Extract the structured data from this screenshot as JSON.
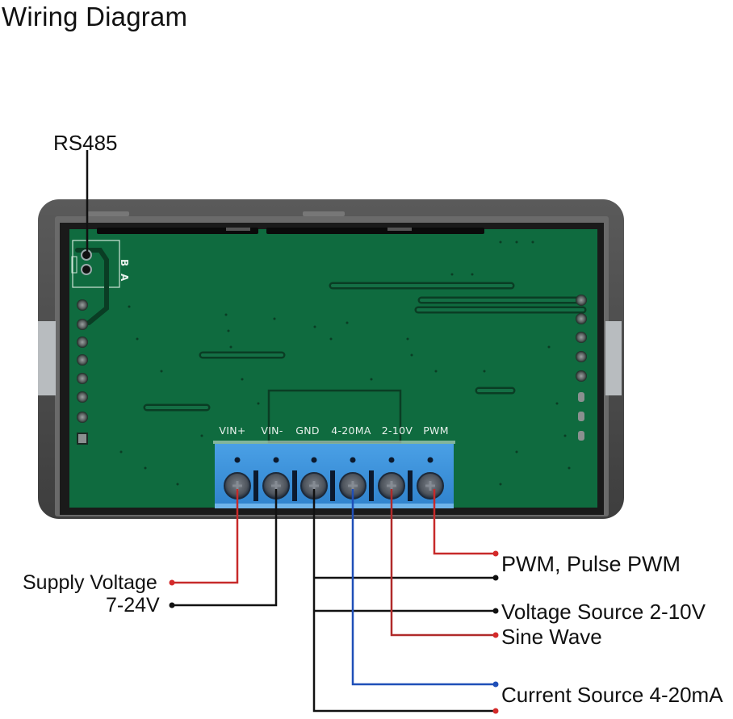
{
  "title": "Wiring Diagram",
  "rs485": {
    "label": "RS485",
    "pins": [
      "B",
      "A"
    ]
  },
  "terminals": [
    {
      "id": "vin-plus",
      "label": "VIN+",
      "wire_color": "#d42a2a"
    },
    {
      "id": "vin-minus",
      "label": "VIN-",
      "wire_color": "#111111"
    },
    {
      "id": "gnd",
      "label": "GND",
      "wire_color": "#111111"
    },
    {
      "id": "4-20ma",
      "label": "4-20MA",
      "wire_color": "#1f4fb8"
    },
    {
      "id": "2-10v",
      "label": "2-10V",
      "wire_color": "#c42626"
    },
    {
      "id": "pwm",
      "label": "PWM",
      "wire_color": "#d42a2a"
    }
  ],
  "left_labels": {
    "supply_voltage": "Supply Voltage",
    "supply_range": "7-24V"
  },
  "right_labels": {
    "pwm": "PWM, Pulse  PWM",
    "voltage_source": "Voltage Source 2-10V",
    "sine_wave": "Sine Wave",
    "current_source": "Current Source 4-20mA"
  },
  "colors": {
    "pcb_green": "#0f6b3f",
    "terminal_blue": "#3b8fd6",
    "housing_gray": "#4a4a4a",
    "wire_red": "#d42a2a",
    "wire_dark_red": "#b52a2a",
    "wire_black": "#111111",
    "wire_blue": "#1f4fb8"
  }
}
